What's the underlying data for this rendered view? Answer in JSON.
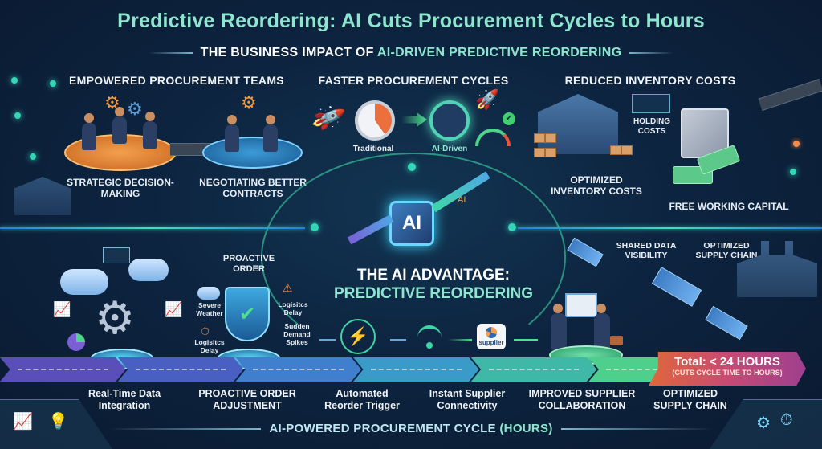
{
  "header": {
    "title": "Predictive Reordering: AI Cuts Procurement Cycles to Hours",
    "subtitle_plain": "THE BUSINESS IMPACT OF ",
    "subtitle_highlight": "AI-DRIVEN PREDICTIVE REORDERING"
  },
  "sections": {
    "teams": {
      "heading": "EMPOWERED PROCUREMENT TEAMS",
      "items": [
        "STRATEGIC DECISION-MAKING",
        "NEGOTIATING BETTER CONTRACTS"
      ]
    },
    "cycles": {
      "heading": "FASTER PROCUREMENT CYCLES",
      "traditional_label": "Traditional",
      "ai_label": "AI-Driven"
    },
    "inventory": {
      "heading": "REDUCED INVENTORY COSTS",
      "holding_costs": "HOLDING COSTS",
      "optimized": "OPTIMIZED INVENTORY COSTS",
      "free_capital": "FREE WORKING CAPITAL"
    }
  },
  "center": {
    "chip_label": "AI",
    "chip_tag": "AI",
    "advantage_line1": "THE AI ADVANTAGE:",
    "advantage_line2": "PREDICTIVE REORDERING"
  },
  "middle_labels": {
    "proactive_order": "PROACTIVE ORDER",
    "severe_weather": "Severe Weather",
    "logistics_delay_1": "Logisitcs Delay",
    "logistics_delay_2": "Logisitcs Delay",
    "sudden_demand": "Sudden Demand Spikes",
    "shared_data": "SHARED DATA VISIBILITY",
    "optimized_supply": "OPTIMIZED SUPPLY CHAIN",
    "supplier_logo_text": "supplier"
  },
  "timeline": {
    "steps": [
      {
        "label": "Real-Time Data Integration"
      },
      {
        "label": "PROACTIVE ORDER ADJUSTMENT"
      },
      {
        "label": "Automated Reorder Trigger"
      },
      {
        "label": "Instant Supplier Connectivity"
      },
      {
        "label": "IMPROVED SUPPLIER COLLABORATION"
      },
      {
        "label": "OPTIMIZED SUPPLY CHAIN"
      }
    ],
    "segment_colors": [
      "#5a4fb8",
      "#4a5fc2",
      "#3f7fce",
      "#3a9bc8",
      "#3fb8a8",
      "#4fcf8c"
    ],
    "total_main": "Total: < 24 HOURS",
    "total_sub": "(CUTS CYCLE TIME TO HOURS)"
  },
  "footer": {
    "label_plain": "AI-POWERED PROCUREMENT CYCLE ",
    "label_highlight": "(HOURS)"
  },
  "icons": {
    "rocket": "🚀",
    "gear": "⚙",
    "check": "✔",
    "lightning": "⚡",
    "wifi": "📶",
    "warning": "⚠",
    "chart": "📈",
    "bulb": "💡",
    "stopwatch": "⏱"
  },
  "colors": {
    "accent_teal": "#8fe6cf",
    "accent_glow": "#3fe0c0",
    "total_orange": "#e0673a",
    "total_purple": "#9e3f8f",
    "background": "#0d2440"
  }
}
